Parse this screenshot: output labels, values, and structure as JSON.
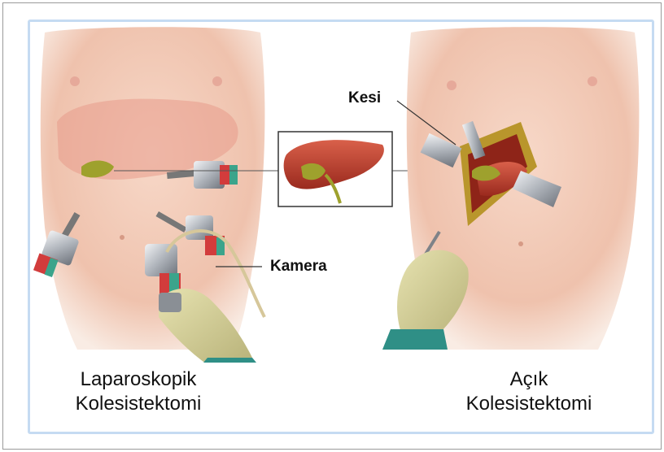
{
  "labels": {
    "incision": "Kesi",
    "camera": "Kamera"
  },
  "titles": {
    "laparoscopic_line1": "Laparoskopik",
    "laparoscopic_line2": "Kolesistektomi",
    "open_line1": "Açık",
    "open_line2": "Kolesistektomi"
  },
  "colors": {
    "frame_border": "#c5dbf2",
    "skin": "#f2c8b5",
    "skin_shadow": "#e3a893",
    "liver": "#b83a2a",
    "gallbladder": "#9ea12d",
    "glove": "#d3cf94",
    "metal": "#c8cbd0"
  }
}
